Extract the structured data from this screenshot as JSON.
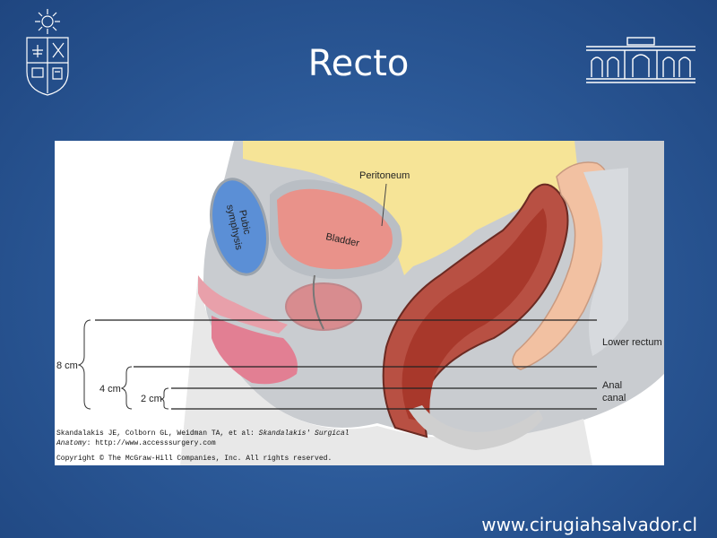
{
  "slide": {
    "title": "Recto",
    "website": "www.cirugiahsalvador.cl"
  },
  "figure": {
    "labels": {
      "peritoneum": "Peritoneum",
      "pubic_symphysis_line1": "Pubic",
      "pubic_symphysis_line2": "symphysis",
      "bladder": "Bladder",
      "lower_rectum": "Lower rectum",
      "anal_canal_line1": "Anal",
      "anal_canal_line2": "canal",
      "measure_8cm": "8 cm",
      "measure_4cm": "4 cm",
      "measure_2cm": "2 cm"
    },
    "credit": {
      "line1_prefix": "Skandalakis JE, Colborn GL, Weidman TA, et al: ",
      "line1_italic": "Skandalakis' Surgical",
      "line2_italic": "Anatomy",
      "line2_rest": ": http://www.accesssurgery.com",
      "line3": "Copyright © The McGraw-Hill Companies, Inc. All rights reserved."
    }
  },
  "colors": {
    "background": "#2c5a99",
    "pubic_bone": "#5b8fd6",
    "bladder": "#e9928a",
    "peritoneum": "#f7e49a",
    "rectum": "#b44a3a",
    "sacrum": "#f2c1a2",
    "tissue_gray": "#cdd0d3",
    "pink": "#e58b9a"
  },
  "icons": {
    "left_logo": "university-seal-icon",
    "right_logo": "building-facade-icon"
  }
}
